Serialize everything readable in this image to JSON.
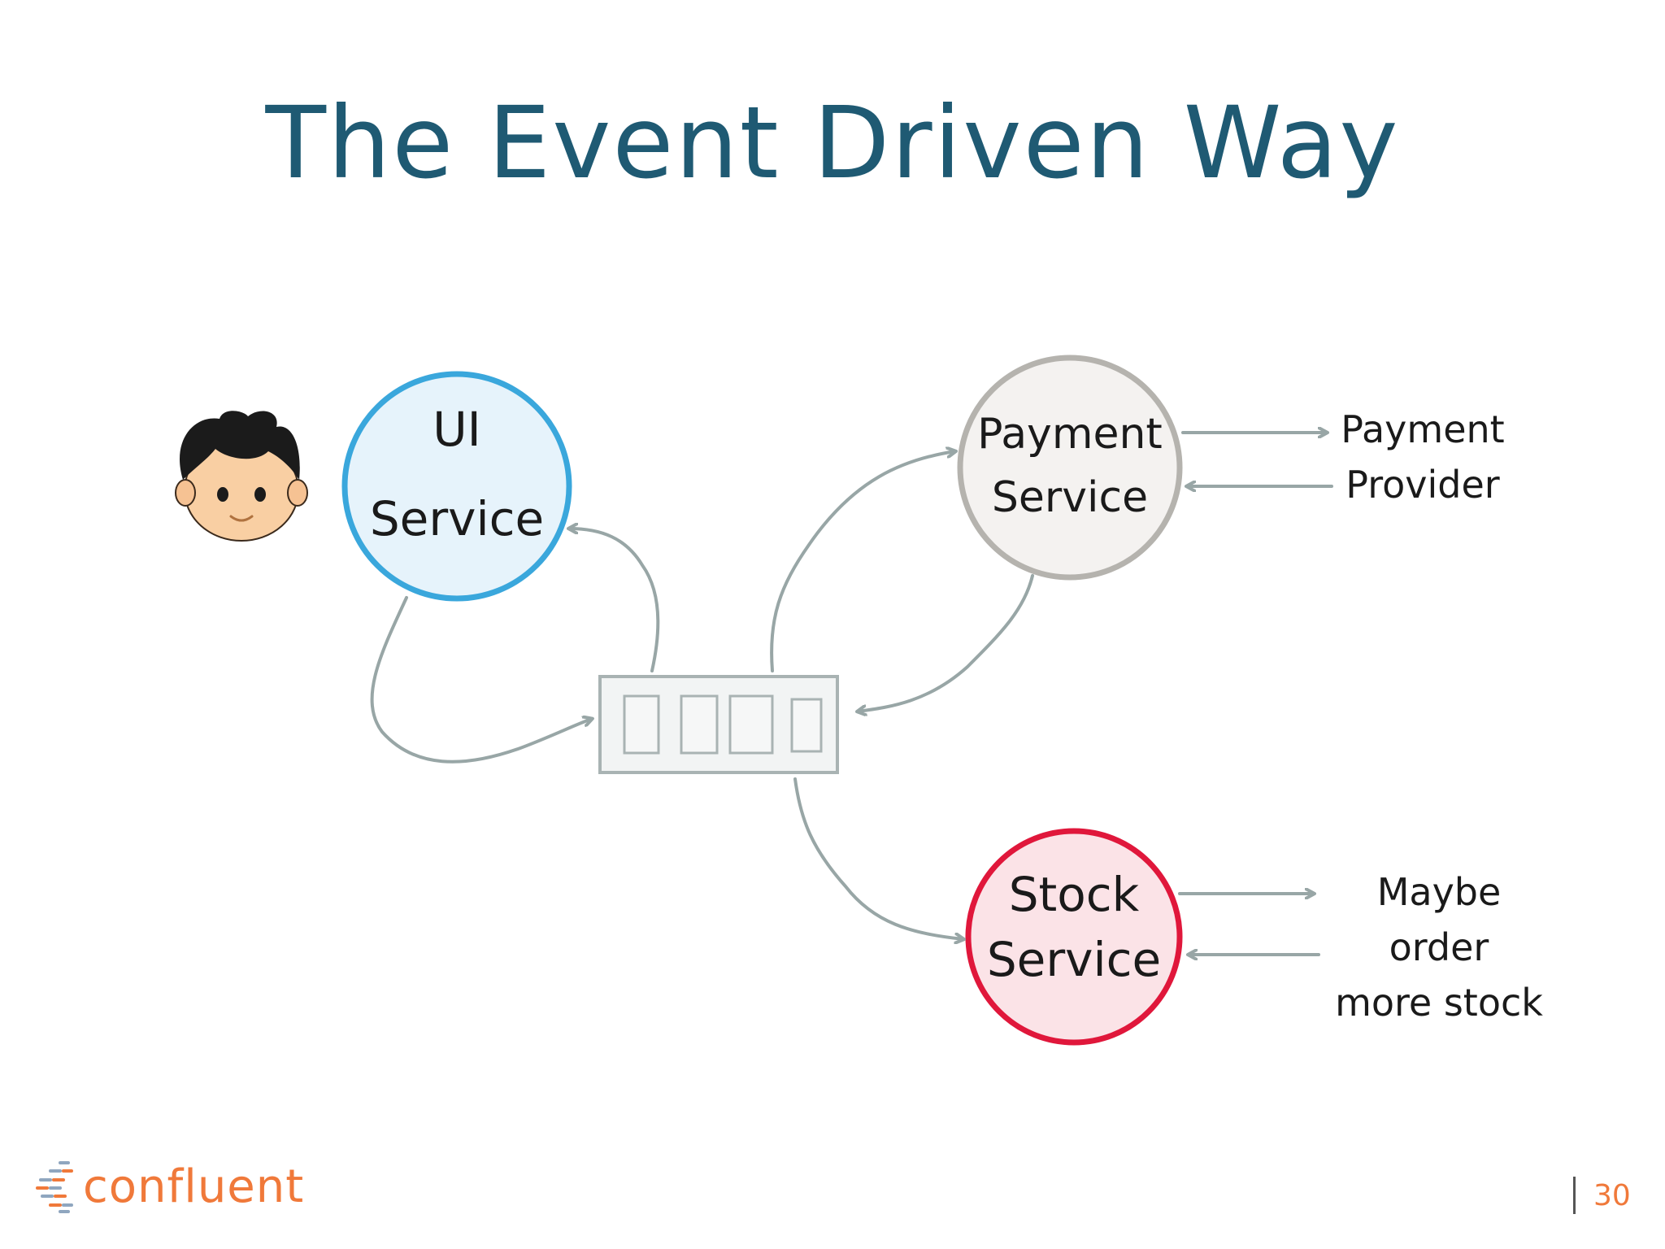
{
  "title": "The Event Driven Way",
  "nodes": {
    "ui": {
      "line1": "UI",
      "line2": "Service",
      "color": "#3aa7dc",
      "fill": "#e6f3fb"
    },
    "payment": {
      "line1": "Payment",
      "line2": "Service",
      "color": "#b5b3ae",
      "fill": "#f4f2f0"
    },
    "stock": {
      "line1": "Stock",
      "line2": "Service",
      "color": "#e0173b",
      "fill": "#fbe3e7"
    }
  },
  "external": {
    "payment_provider": {
      "line1": "Payment",
      "line2": "Provider"
    },
    "stock_order": {
      "line1": "Maybe order",
      "line2": "more stock"
    }
  },
  "icons": {
    "user": "boy-face-icon",
    "log": "event-log-icon"
  },
  "footer": {
    "brand": "confluent",
    "brand_color": "#f0793a",
    "page_number": "30"
  },
  "colors": {
    "title": "#1f5a73",
    "arrow": "#98a6a6"
  }
}
